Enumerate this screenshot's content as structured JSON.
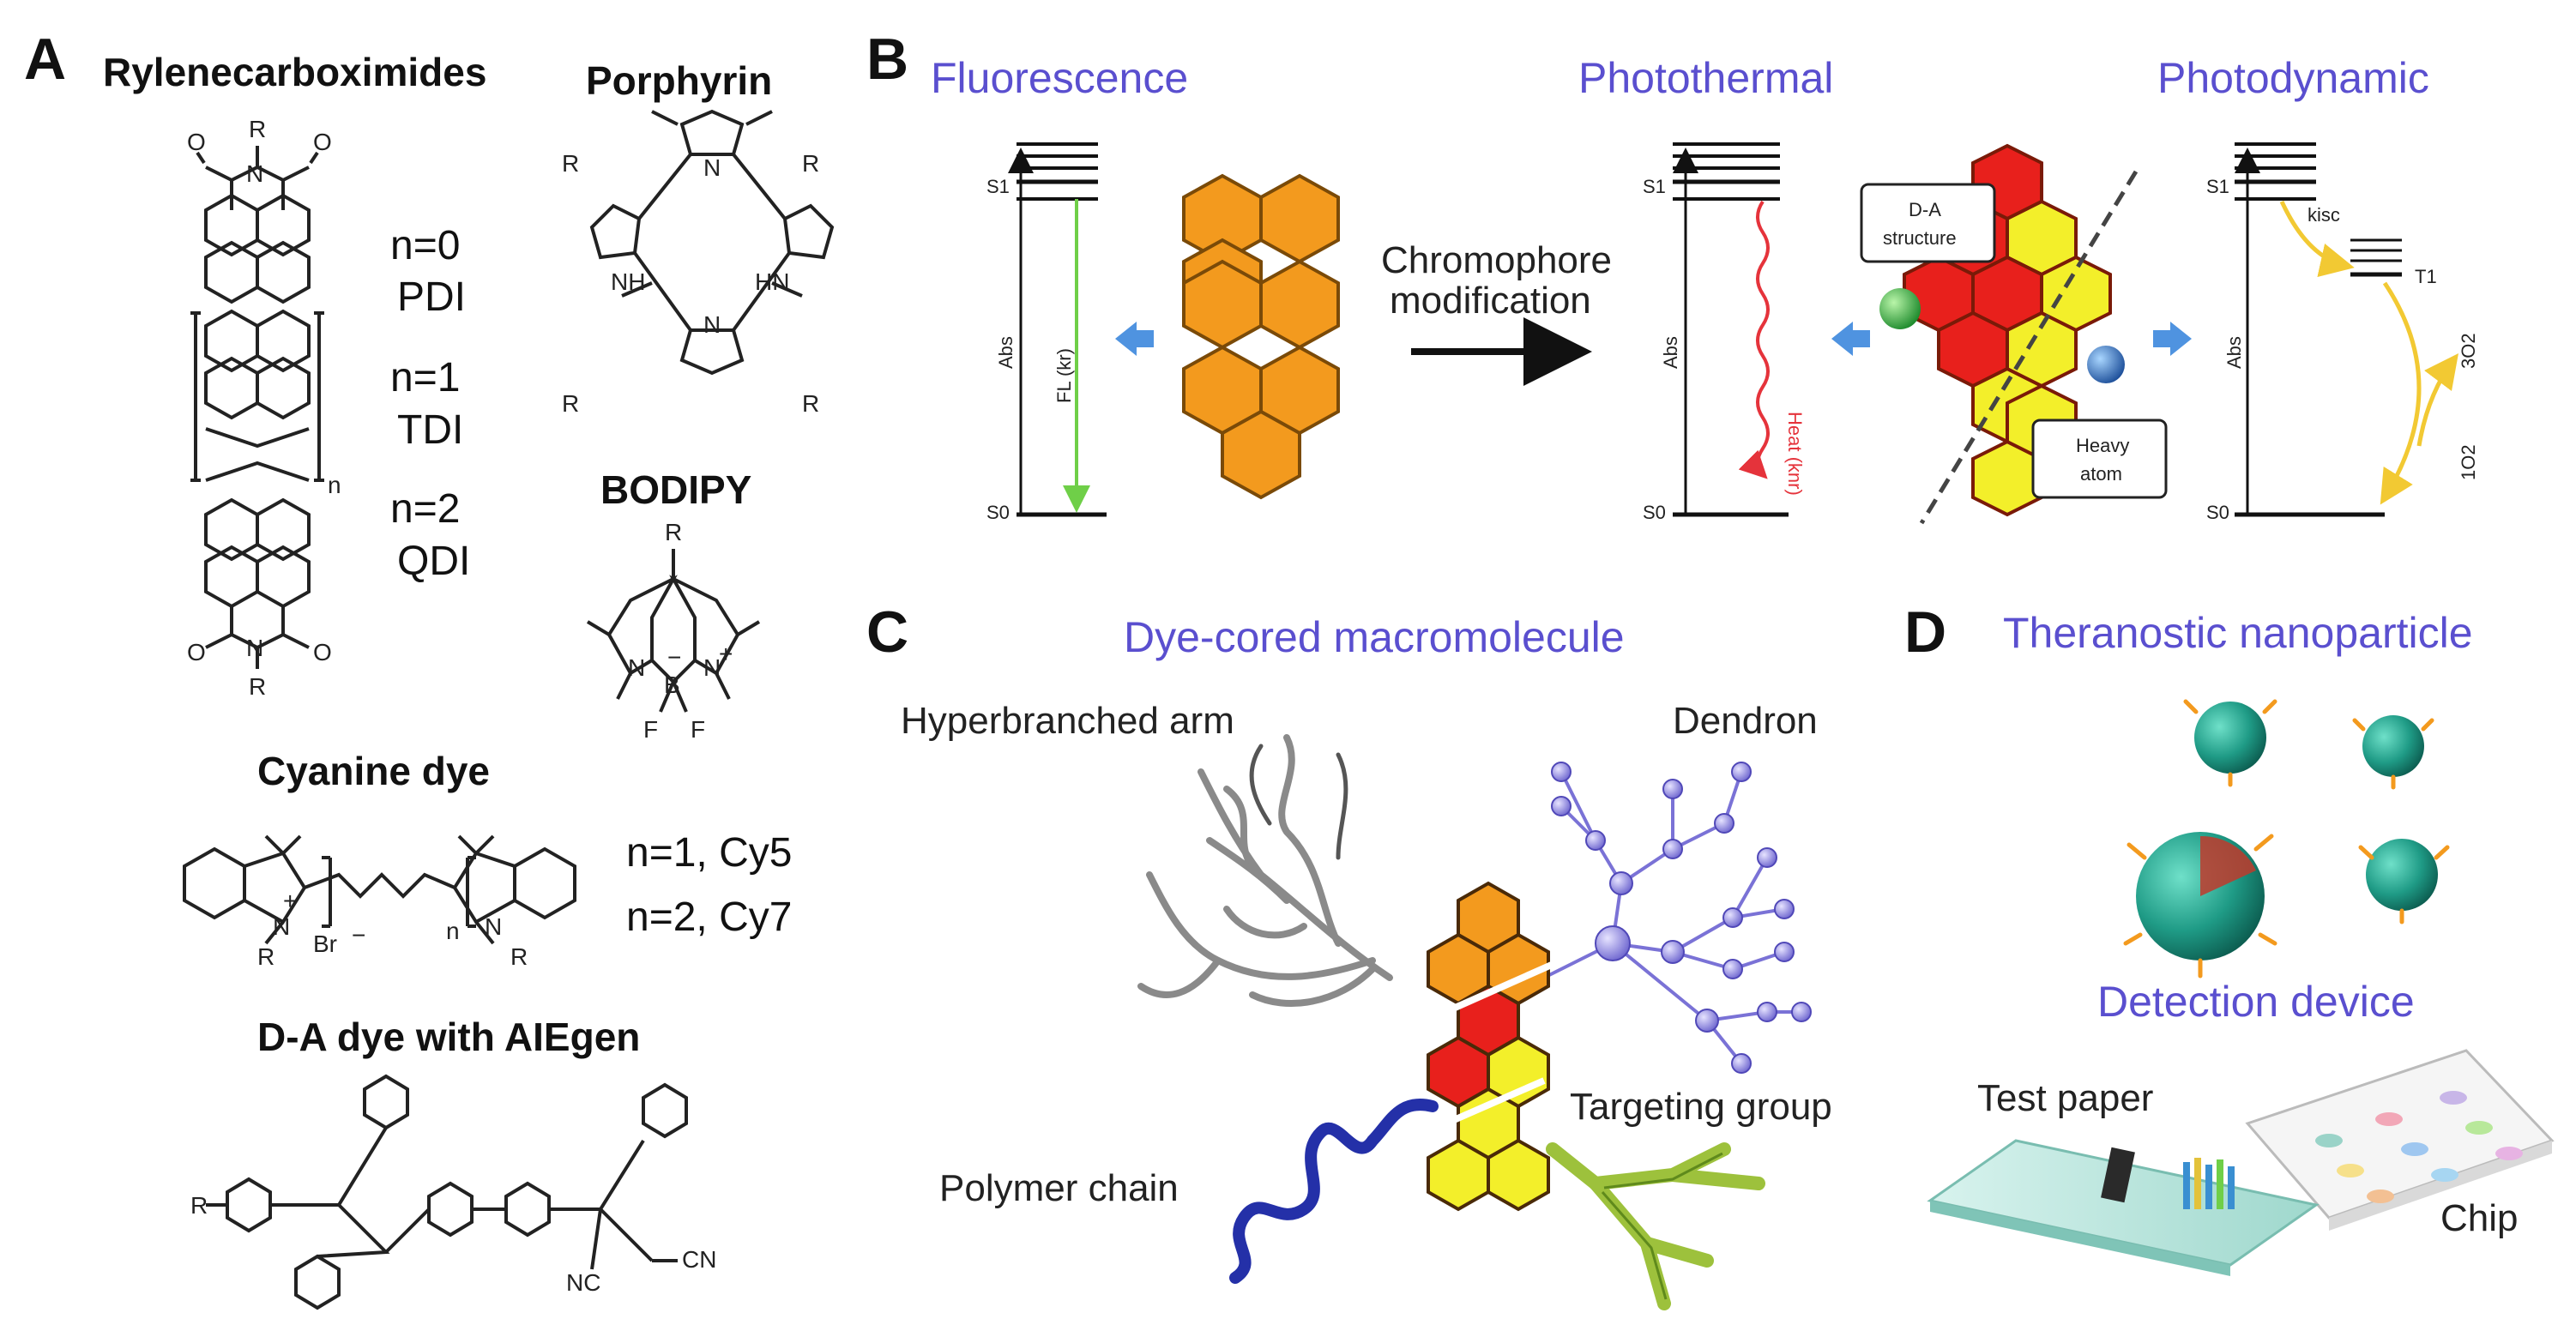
{
  "panels": {
    "a": "A",
    "b": "B",
    "c": "C",
    "d": "D"
  },
  "panel_a": {
    "rylene_title": "Rylenecarboximides",
    "rylene_items": [
      "n=0",
      "PDI",
      "n=1",
      "TDI",
      "n=2",
      "QDI"
    ],
    "porphyrin_title": "Porphyrin",
    "bodipy_title": "BODIPY",
    "cyanine_title": "Cyanine dye",
    "cyanine_items": [
      "n=1, Cy5",
      "n=2, Cy7"
    ],
    "da_title": "D-A dye with AIEgen",
    "atoms": {
      "r": "R",
      "o": "O",
      "n": "N",
      "nh": "NH",
      "hn": "HN",
      "b": "B",
      "f": "F",
      "br": "Br",
      "cn": "CN",
      "nc": "NC",
      "sub_n": "n",
      "plus": "+",
      "minus": "−"
    }
  },
  "panel_b": {
    "fluorescence": "Fluorescence",
    "photothermal": "Photothermal",
    "photodynamic": "Photodynamic",
    "chromophore_mod": [
      "Chromophore",
      "modification"
    ],
    "da_structure": [
      "D-A",
      "structure"
    ],
    "heavy_atom": [
      "Heavy",
      "atom"
    ],
    "s1": "S1",
    "s0": "S0",
    "t1": "T1",
    "abs": "Abs",
    "fl": "FL (kr)",
    "heat": "Heat (knr)",
    "kisc": "kisc",
    "o3": "3O2",
    "o1": "1O2"
  },
  "panel_c": {
    "title": "Dye-cored macromolecule",
    "hyperbranched": "Hyperbranched arm",
    "dendron": "Dendron",
    "polymer": "Polymer chain",
    "targeting": "Targeting group"
  },
  "panel_d": {
    "title": "Theranostic nanoparticle",
    "detection": "Detection device",
    "test_paper": "Test paper",
    "chip": "Chip"
  },
  "colors": {
    "blue_title": "#5a4fcf",
    "orange": "#f39a1e",
    "red": "#e8201c",
    "yellow": "#f3ef2a",
    "green_arrow": "#6fcf48",
    "heat_red": "#e5333b",
    "photo_yellow": "#f2c933",
    "dendron": "#7a72d6",
    "polymer": "#2430a8",
    "antibody": "#9dc13c",
    "nanoparticle": "#1f9b86",
    "arrow_blue": "#4f93e0"
  }
}
